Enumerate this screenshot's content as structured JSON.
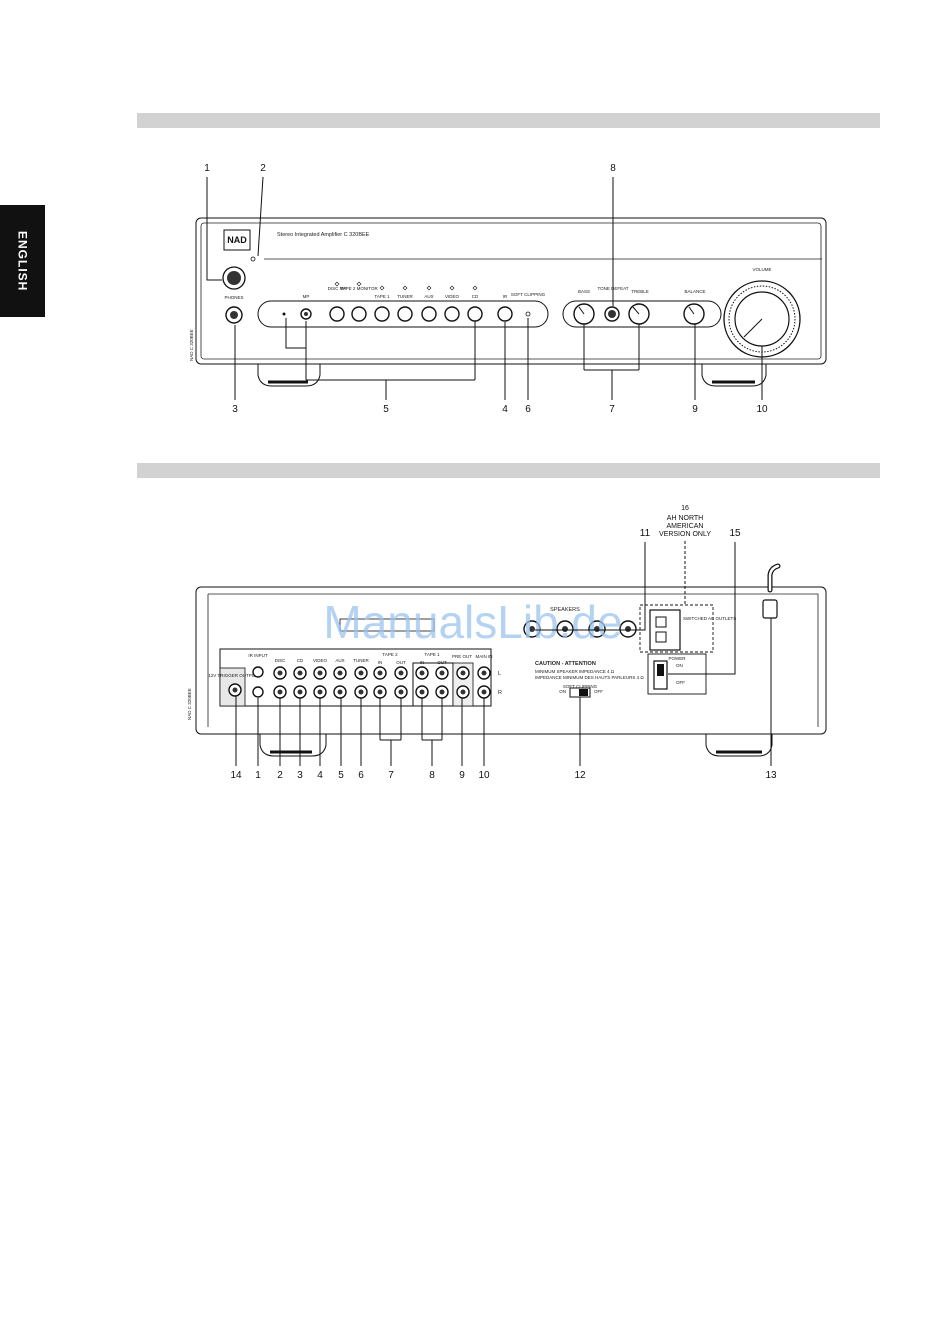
{
  "side_tab": "ENGLISH",
  "front": {
    "logo": "NAD",
    "model_text": "Stereo Integrated Amplifier C 320BEE",
    "phones_label": "PHONES",
    "ir_label": "IR",
    "soft_clipping_label": "SOFT CLIPPING",
    "inputs": [
      "DISC MP",
      "TAPE 2 MONITOR",
      "TAPE 1",
      "TUNER",
      "AUX",
      "VIDEO",
      "CD"
    ],
    "bass_label": "BASS",
    "tone_defeat_label": "TONE DEFEAT",
    "treble_label": "TREBLE",
    "balance_label": "BALANCE",
    "volume_label": "VOLUME",
    "callouts_top": [
      "1",
      "2",
      "8"
    ],
    "callouts_bottom": [
      "3",
      "5",
      "4",
      "6",
      "7",
      "9",
      "10"
    ]
  },
  "rear": {
    "watermark": "ManualsLib.de",
    "trigger_label": "12V TRIGGER OUTPUT",
    "ir_input_label": "IR INPUT",
    "jack_groups": [
      "DISC",
      "CD",
      "VIDEO",
      "AUX",
      "TUNER",
      "TAPE 2",
      "TAPE 1",
      "PRE OUT",
      "MAIN IN"
    ],
    "in_label": "IN",
    "out_label": "OUT",
    "left_label": "L",
    "right_label": "R",
    "caution": "CAUTION - ATTENTION",
    "caution_line1": "MINIMUM SPEAKER IMPEDANCE 4 Ω",
    "caution_line2": "IMPEDANCE MINIMUM DES HAUTS PARLEURS 4 Ω",
    "soft_clipping_label": "SOFT CLIPPING",
    "on_label": "ON",
    "off_label": "OFF",
    "power_label": "POWER",
    "switched_label": "SWITCHED AC OUTLETS",
    "speakers_label": "SPEAKERS",
    "note16_line1": "16",
    "note16_line2": "AH NORTH",
    "note16_line3": "AMERICAN",
    "note16_line4": "VERSION ONLY",
    "callouts_top": [
      "11",
      "15"
    ],
    "callouts_bottom": [
      "14",
      "1",
      "2",
      "3",
      "4",
      "5",
      "6",
      "7",
      "8",
      "9",
      "10",
      "12",
      "13"
    ]
  }
}
